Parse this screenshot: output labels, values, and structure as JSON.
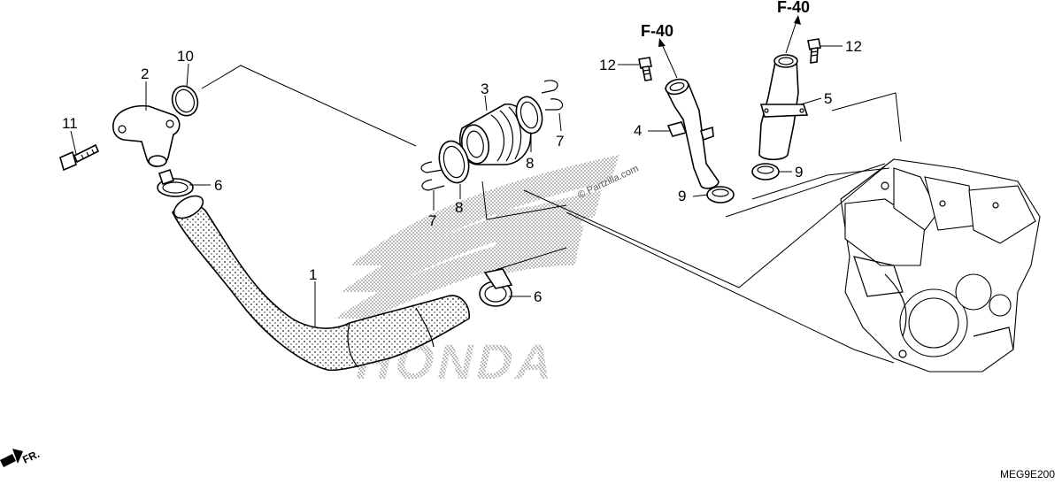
{
  "diagram": {
    "callouts": {
      "c1": "1",
      "c2": "2",
      "c3": "3",
      "c4": "4",
      "c5": "5",
      "c6a": "6",
      "c6b": "6",
      "c7a": "7",
      "c7b": "7",
      "c8a": "8",
      "c8b": "8",
      "c9a": "9",
      "c9b": "9",
      "c10": "10",
      "c11": "11",
      "c12a": "12",
      "c12b": "12"
    },
    "references": {
      "left": "F-40",
      "right": "F-40"
    },
    "watermark_text": "© Partzilla.com",
    "logo_text": "HONDA",
    "direction_label": "FR.",
    "diagram_code": "MEG9E200"
  }
}
